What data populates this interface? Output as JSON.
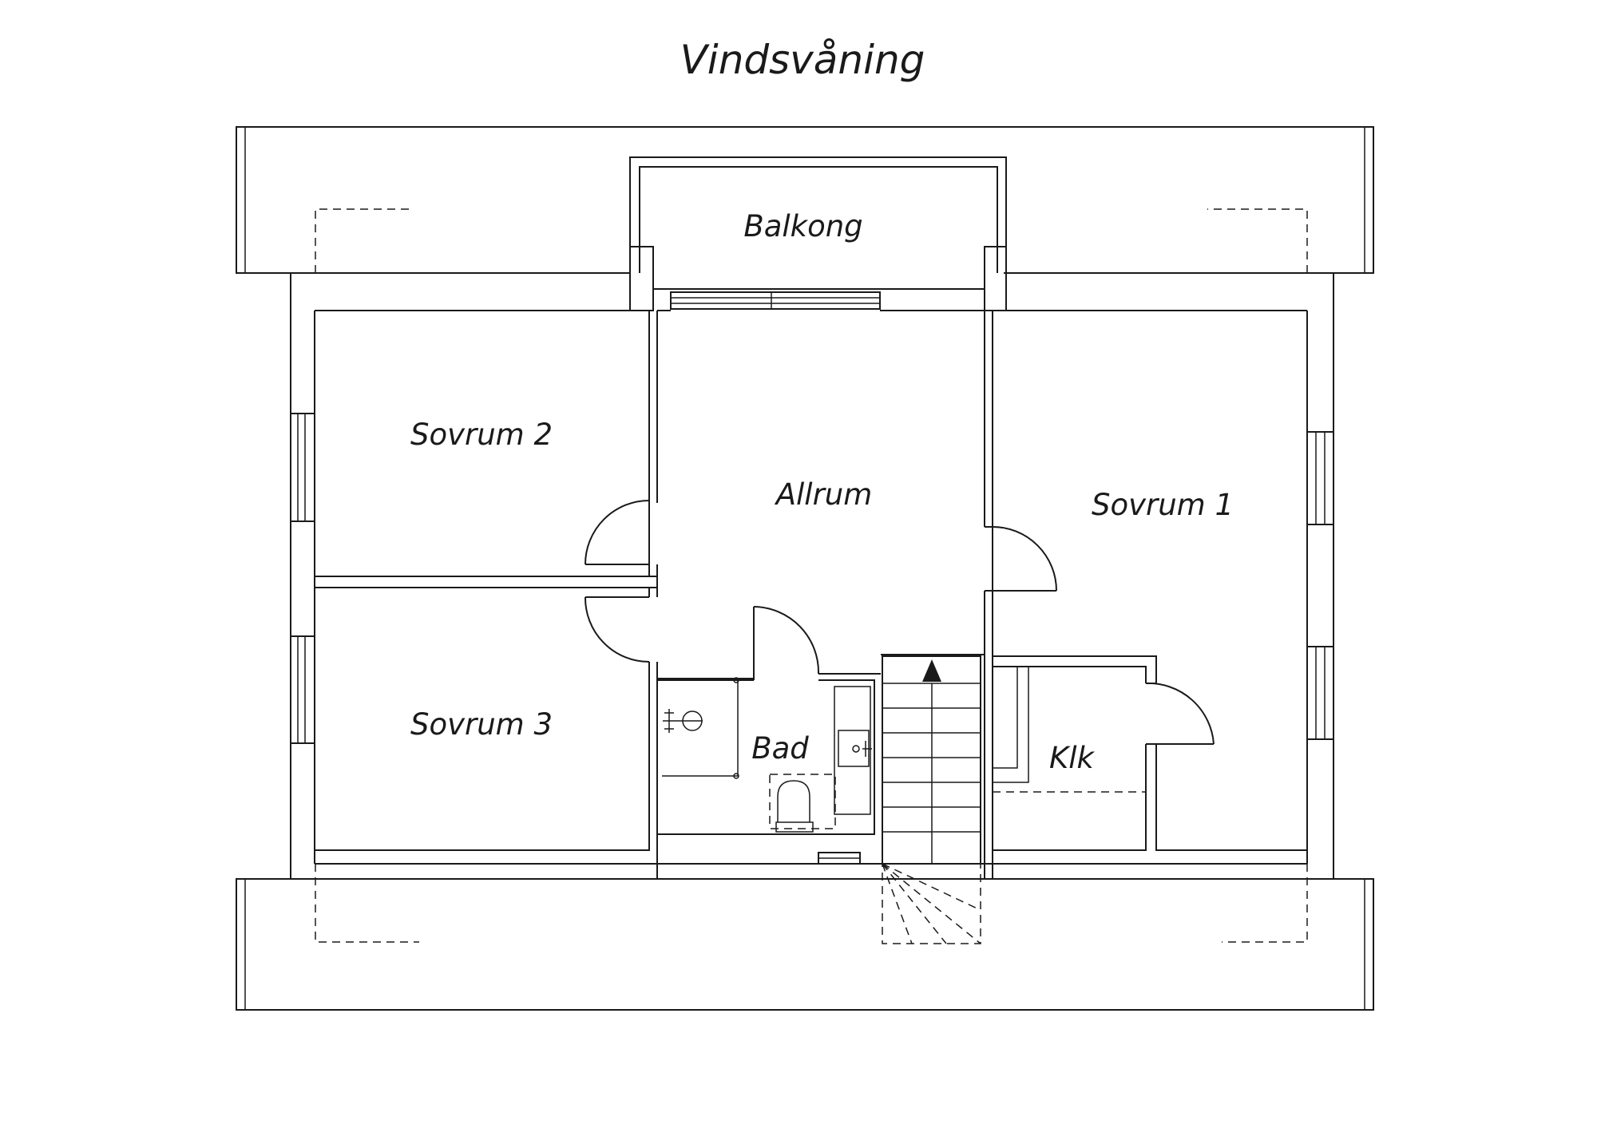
{
  "title": "Vindsvåning",
  "rooms": {
    "balkong": "Balkong",
    "sovrum2": "Sovrum 2",
    "allrum": "Allrum",
    "sovrum1": "Sovrum 1",
    "sovrum3": "Sovrum 3",
    "bad": "Bad",
    "klk": "Klk"
  },
  "icons": [
    "stair-direction-arrow-icon",
    "shower-icon",
    "sink-icon",
    "toilet-icon"
  ],
  "colors": {
    "line": "#1a1a1a",
    "background": "#ffffff"
  }
}
